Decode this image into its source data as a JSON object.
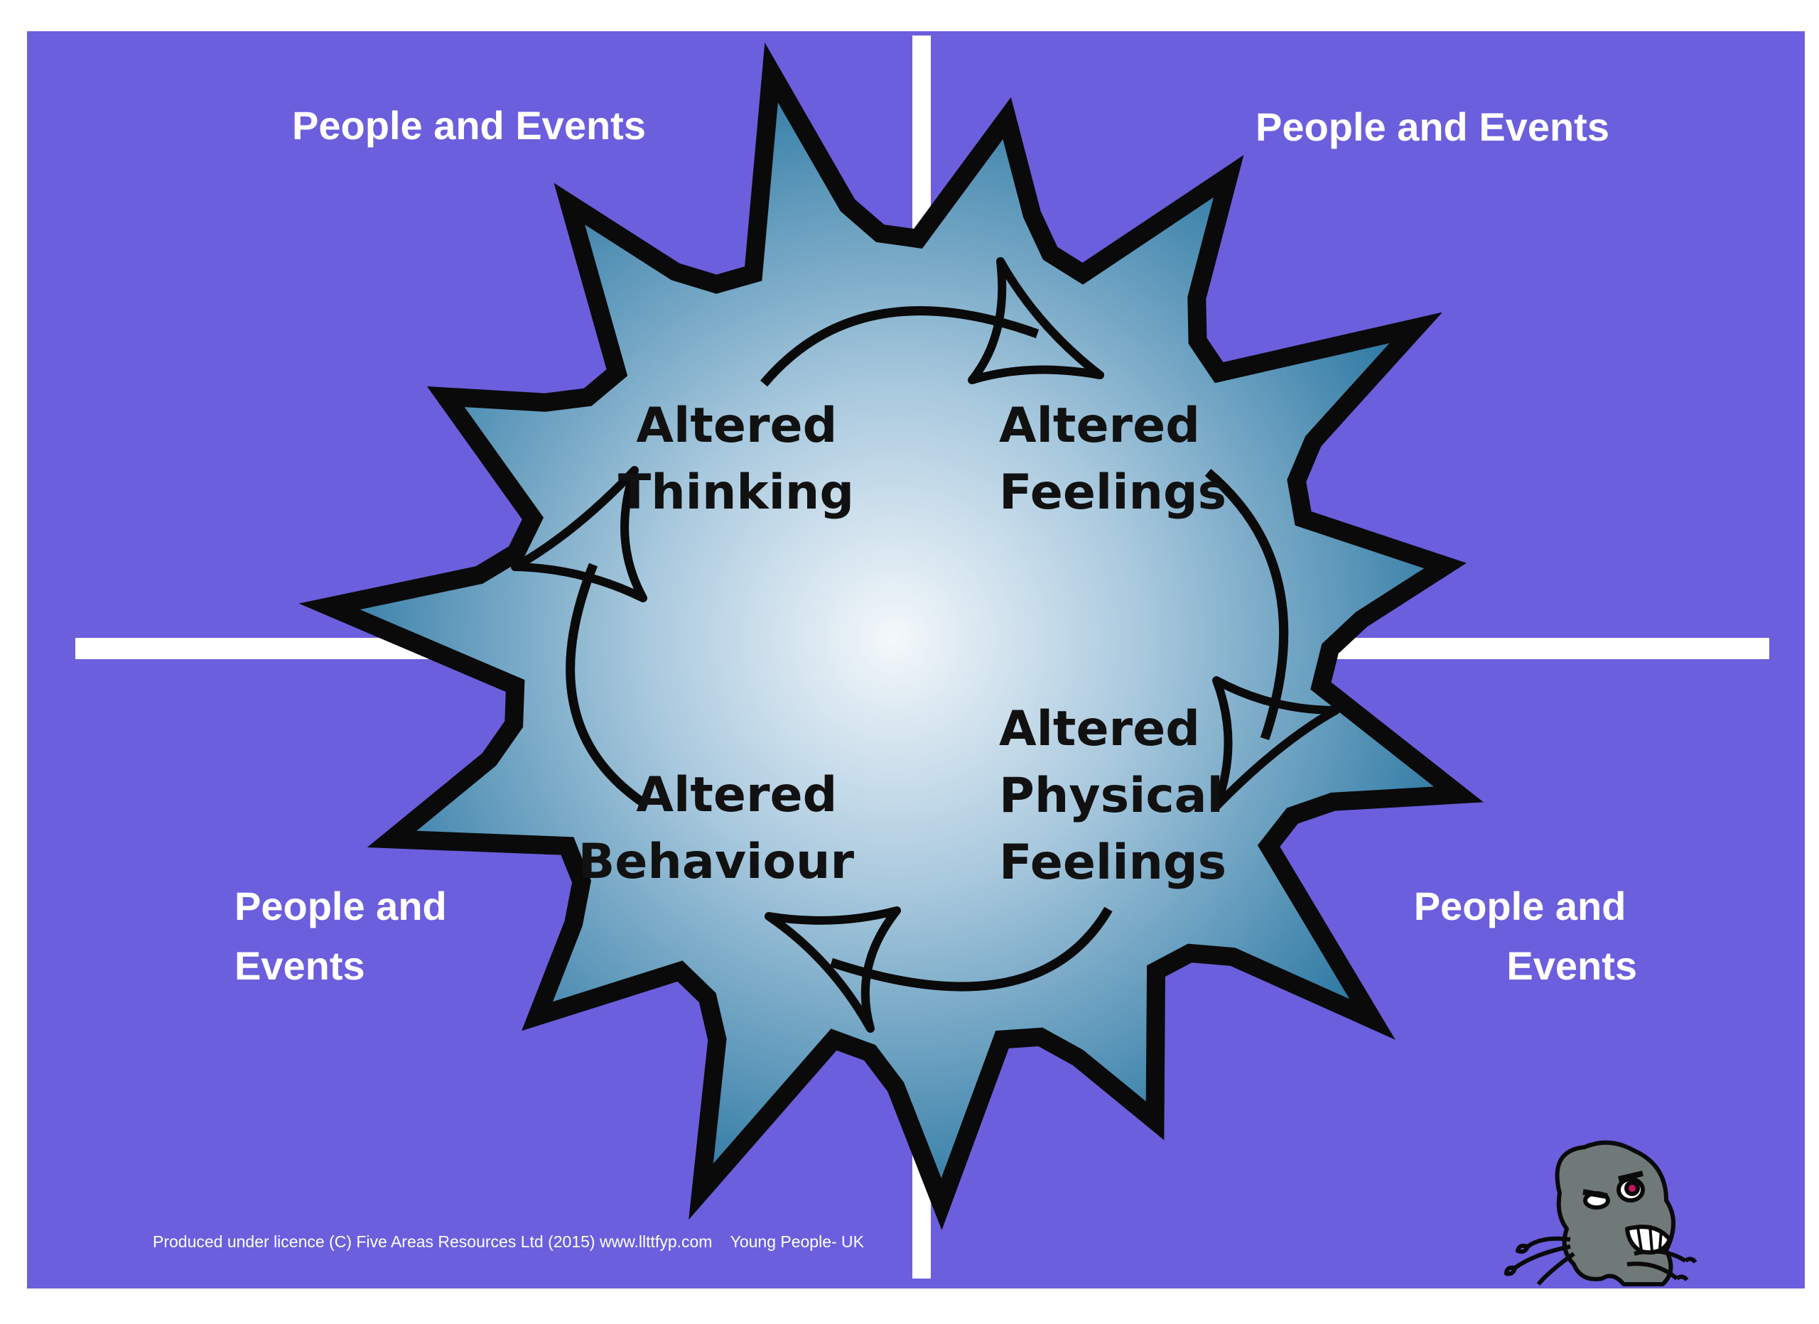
{
  "colors": {
    "background": "#6b5fdd",
    "divider": "#ffffff",
    "storm_center": "#f4f8fb",
    "storm_edge": "#1f6f9c",
    "outline": "#0a0a0a",
    "label": "#111111",
    "corner_text": "#ffffff",
    "creature_body": "#6f7a78"
  },
  "corners": {
    "top_left": {
      "lines": [
        "People and Events"
      ]
    },
    "top_right": {
      "lines": [
        "People and Events"
      ]
    },
    "bottom_left": {
      "lines": [
        "People and",
        "Events"
      ]
    },
    "bottom_right": {
      "lines": [
        "People and",
        "Events"
      ]
    }
  },
  "cycle": {
    "thinking": {
      "lines": [
        "Altered",
        "Thinking"
      ]
    },
    "feelings": {
      "lines": [
        "Altered",
        "Feelings"
      ]
    },
    "physical": {
      "lines": [
        "Altered",
        "Physical",
        "Feelings"
      ]
    },
    "behaviour": {
      "lines": [
        "Altered",
        "Behaviour"
      ]
    }
  },
  "footer": {
    "credit": "Produced under licence (C) Five Areas Resources Ltd (2015) www.llttfyp.com    Young People- UK"
  },
  "icons": {
    "storm": "spiky-storm-icon",
    "creature": "grumpy-creature-icon",
    "arrowhead": "open-triangle-arrowhead-icon"
  }
}
